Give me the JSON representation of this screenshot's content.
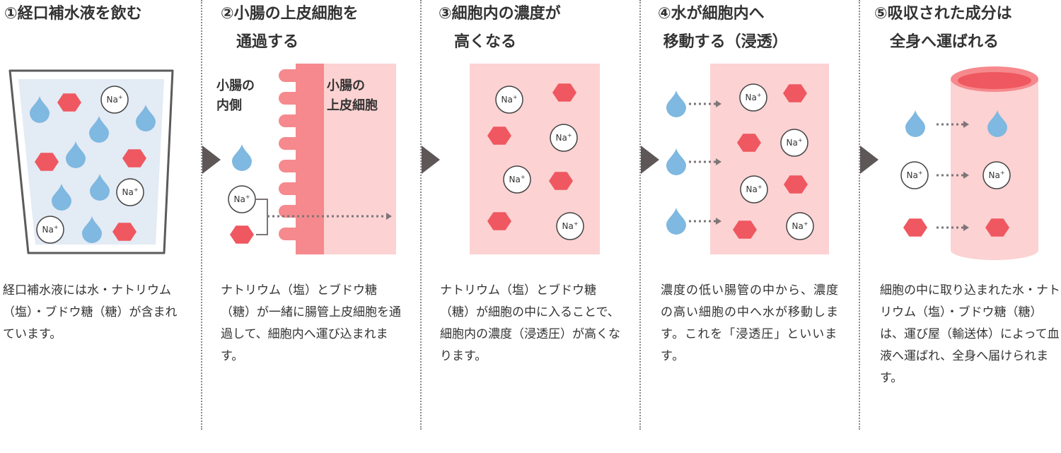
{
  "colors": {
    "water": "#7fb8e0",
    "salt_hex": "#ef5860",
    "cell_light": "#fcd2d3",
    "cell_dark": "#f6898d",
    "cup": "#e3ebf5",
    "arrow": "#5e5758",
    "dotted": "#7d7578"
  },
  "icons": {
    "drop": "water-drop-icon",
    "hex": "sugar-hexagon-icon",
    "na": "sodium-ion-icon",
    "step_arrow": "triangle-arrow-icon"
  },
  "na_label": "Na+",
  "steps": [
    {
      "title": "①経口補水液を飲む",
      "desc": "経口補水液には水・ナトリウム（塩）・ブドウ糖（糖）が含まれています。"
    },
    {
      "title": "②小腸の上皮細胞を\n　通過する",
      "label_inner": "小腸の\n内側",
      "label_cell": "小腸の\n上皮細胞",
      "desc": "ナトリウム（塩）とブドウ糖（糖）が一緒に腸管上皮細胞を通過して、細胞内へ運び込まれます。"
    },
    {
      "title": "③細胞内の濃度が\n　高くなる",
      "desc": "ナトリウム（塩）とブドウ糖（糖）が細胞の中に入ることで、細胞内の濃度（浸透圧）が高くなります。"
    },
    {
      "title": "④水が細胞内へ\n 移動する（浸透）",
      "desc": "濃度の低い腸管の中から、濃度の高い細胞の中へ水が移動します。これを「浸透圧」といいます。"
    },
    {
      "title": "⑤吸収された成分は\n　全身へ運ばれる",
      "desc": "細胞の中に取り込まれた水・ナトリウム（塩）・ブドウ糖（糖）は、運び屋（輸送体）によって血液へ運ばれ、全身へ届けられます。"
    }
  ]
}
